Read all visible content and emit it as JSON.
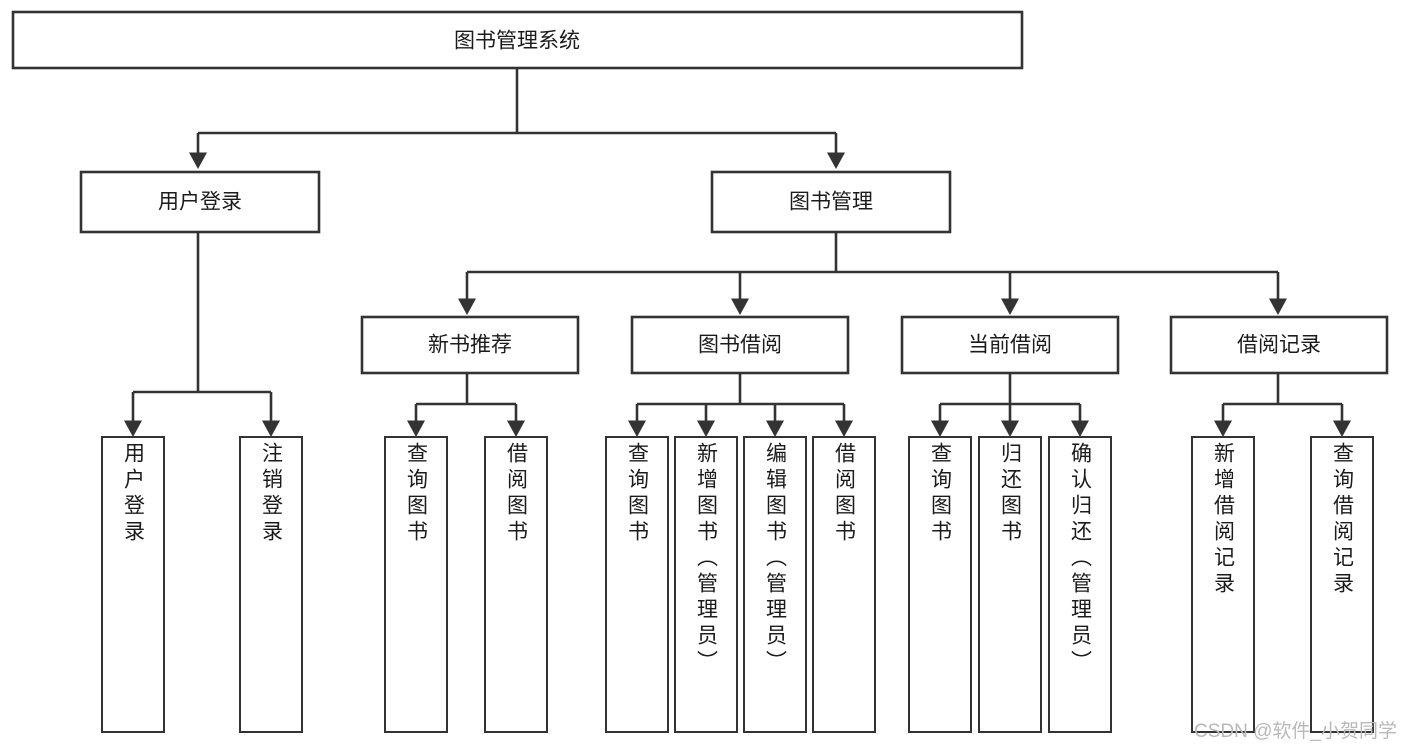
{
  "diagram": {
    "type": "tree",
    "title": "图书管理系统",
    "orientation": "top-down",
    "colors": {
      "box_fill": "#ffffff",
      "box_stroke": "#333333",
      "text": "#1b1b1b",
      "watermark": "#b9b9b9"
    },
    "root": {
      "label": "图书管理系统"
    },
    "level2": [
      {
        "label": "用户登录"
      },
      {
        "label": "图书管理"
      }
    ],
    "level3": [
      {
        "label": "新书推荐"
      },
      {
        "label": "图书借阅"
      },
      {
        "label": "当前借阅"
      },
      {
        "label": "借阅记录"
      }
    ],
    "leaves": {
      "user_login": [
        {
          "label": "用户登录"
        },
        {
          "label": "注销登录"
        }
      ],
      "new_book_recommend": [
        {
          "label": "查询图书"
        },
        {
          "label": "借阅图书"
        }
      ],
      "book_borrow": [
        {
          "label": "查询图书"
        },
        {
          "label": "新增图书（管理员）"
        },
        {
          "label": "编辑图书（管理员）"
        },
        {
          "label": "借阅图书"
        }
      ],
      "current_borrow": [
        {
          "label": "查询图书"
        },
        {
          "label": "归还图书"
        },
        {
          "label": "确认归还（管理员）"
        }
      ],
      "borrow_record": [
        {
          "label": "新增借阅记录"
        },
        {
          "label": "查询借阅记录"
        }
      ]
    }
  },
  "watermark": {
    "text": "CSDN @软件_小贺同学"
  }
}
